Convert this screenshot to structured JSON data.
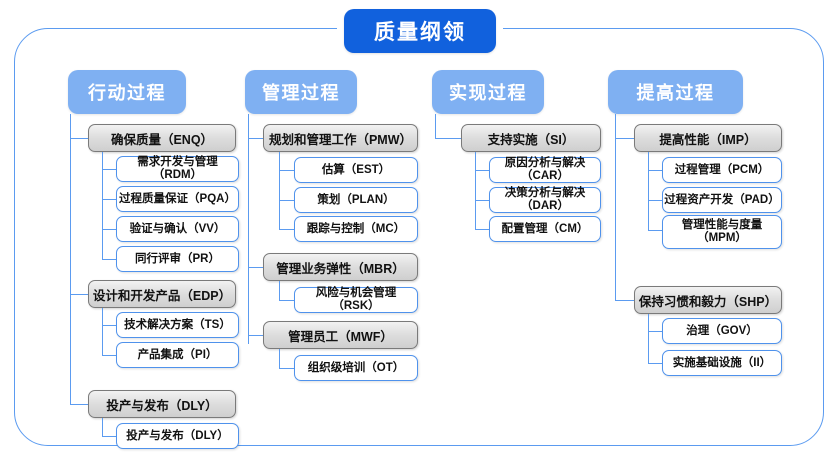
{
  "root": {
    "label": "质量纲领"
  },
  "colors": {
    "root_fill": "#1161dd",
    "column_fill": "#7fb0f2",
    "group_border": "#7a7a7a",
    "leaf_border": "#4f92ec",
    "frame_border": "#5b9bf0",
    "connector": "#5b9bf0"
  },
  "columns": [
    {
      "label": "行动过程",
      "groups": [
        {
          "label": "确保质量（ENQ）",
          "items": [
            {
              "label": "需求开发与管理（RDM）"
            },
            {
              "label": "过程质量保证（PQA）"
            },
            {
              "label": "验证与确认（VV）"
            },
            {
              "label": "同行评审（PR）"
            }
          ]
        },
        {
          "label": "设计和开发产品（EDP）",
          "items": [
            {
              "label": "技术解决方案（TS）"
            },
            {
              "label": "产品集成（PI）"
            }
          ]
        },
        {
          "label": "投产与发布（DLY）",
          "items": [
            {
              "label": "投产与发布（DLY）"
            }
          ]
        }
      ]
    },
    {
      "label": "管理过程",
      "groups": [
        {
          "label": "规划和管理工作（PMW）",
          "items": [
            {
              "label": "估算（EST）"
            },
            {
              "label": "策划（PLAN）"
            },
            {
              "label": "跟踪与控制（MC）"
            }
          ]
        },
        {
          "label": "管理业务弹性（MBR）",
          "items": [
            {
              "label": "风险与机会管理（RSK）"
            }
          ]
        },
        {
          "label": "管理员工（MWF）",
          "items": [
            {
              "label": "组织级培训（OT）"
            }
          ]
        }
      ]
    },
    {
      "label": "实现过程",
      "groups": [
        {
          "label": "支持实施（SI）",
          "items": [
            {
              "label": "原因分析与解决（CAR）"
            },
            {
              "label": "决策分析与解决（DAR）"
            },
            {
              "label": "配置管理（CM）"
            }
          ]
        }
      ]
    },
    {
      "label": "提高过程",
      "groups": [
        {
          "label": "提高性能（IMP）",
          "items": [
            {
              "label": "过程管理（PCM）"
            },
            {
              "label": "过程资产开发（PAD）"
            },
            {
              "label": "管理性能与度量\n（MPM）"
            }
          ]
        },
        {
          "label": "保持习惯和毅力（SHP）",
          "items": [
            {
              "label": "治理（GOV）"
            },
            {
              "label": "实施基础设施（II）"
            }
          ]
        }
      ]
    }
  ]
}
